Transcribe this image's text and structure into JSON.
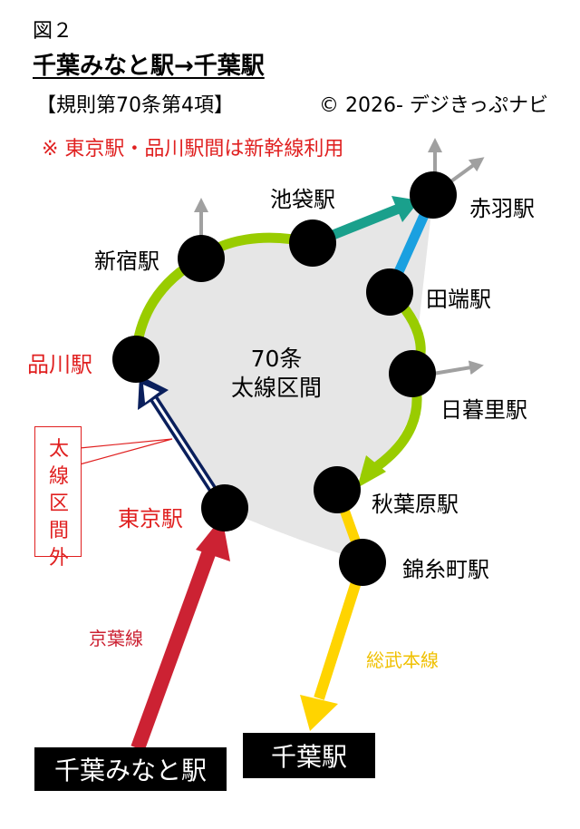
{
  "figure_label": "図２",
  "title": "千葉みなと駅→千葉駅",
  "rule_ref": "【規則第70条第4項】",
  "copyright": "© 2026- デジきっぷナビ",
  "note": "※ 東京駅・品川駅間は新幹線利用",
  "center_label": {
    "line1": "70条",
    "line2": "太線区間"
  },
  "outside_label": "太線区間外",
  "stations": {
    "ikebukuro": "池袋駅",
    "akabane": "赤羽駅",
    "shinjuku": "新宿駅",
    "tabata": "田端駅",
    "shinagawa": "品川駅",
    "nippori": "日暮里駅",
    "akihabara": "秋葉原駅",
    "tokyo": "東京駅",
    "kinshicho": "錦糸町駅"
  },
  "lines": {
    "keiyo": "京葉線",
    "sobu": "総武本線"
  },
  "endpoints": {
    "origin": "千葉みなと駅",
    "destination": "千葉駅"
  },
  "colors": {
    "yamanote": "#99cc00",
    "saikyo": "#1aa08c",
    "keihin": "#1aa0e0",
    "keiyo": "#cc2233",
    "sobu": "#ffd400",
    "shinkansen": "#0a1f5c",
    "area": "#e6e6e6",
    "branch": "#a0a0a0",
    "highlight": "#e02020"
  }
}
